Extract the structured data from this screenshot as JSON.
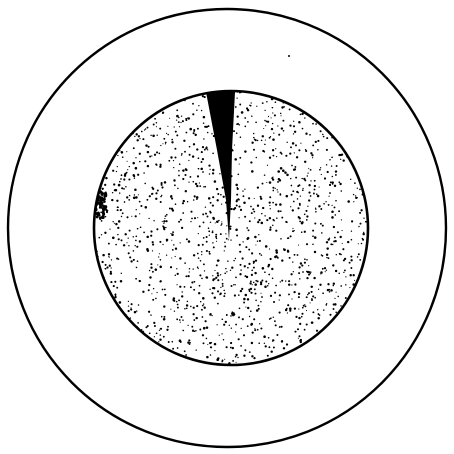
{
  "diagram": {
    "shapes": [
      "outer-ring",
      "stippled-inner-disc",
      "dark-wedge"
    ],
    "colors": {
      "background": "#ffffff",
      "line": "#000000",
      "fill": "#ffffff",
      "stipple": "#000000",
      "wedge": "#000000"
    }
  }
}
